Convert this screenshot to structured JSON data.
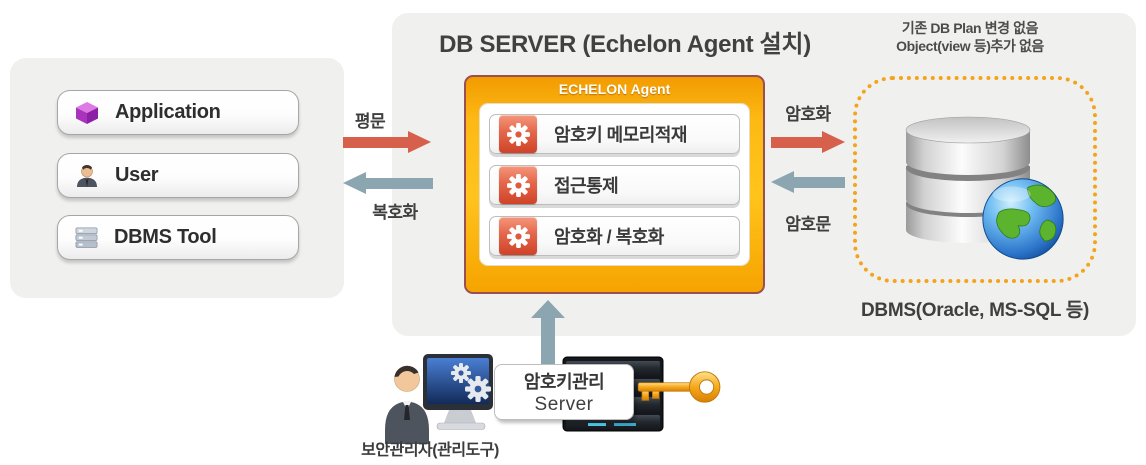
{
  "clients": {
    "items": [
      {
        "label": "Application",
        "icon": "cube-icon"
      },
      {
        "label": "User",
        "icon": "user-icon"
      },
      {
        "label": "DBMS Tool",
        "icon": "server-stack-icon"
      }
    ]
  },
  "db_server": {
    "title": "DB SERVER (Echelon Agent 설치)",
    "agent_header": "ECHELON Agent",
    "modules": [
      {
        "label": "암호키 메모리적재",
        "icon": "gear-icon"
      },
      {
        "label": "접근통제",
        "icon": "gear-icon"
      },
      {
        "label": "암호화 / 복호화",
        "icon": "gear-icon"
      }
    ]
  },
  "flows": {
    "plaintext": "평문",
    "decrypt": "복호화",
    "encrypt": "암호화",
    "ciphertext": "암호문"
  },
  "dbms": {
    "note_line1": "기존 DB Plan 변경 없음",
    "note_line2": "Object(view 등)추가 없음",
    "label": "DBMS(Oracle, MS-SQL 등)"
  },
  "key_server": {
    "line1": "암호키관리",
    "line2": "Server"
  },
  "admin_label": "보안관리자(관리도구)",
  "colors": {
    "panel_gray": "#f0f0ee",
    "arrow_red": "#d7604c",
    "arrow_blue_gray": "#8ba5b1",
    "agent_gold": "#fdb914",
    "agent_border": "#9a4f55",
    "gear_block_red": "#d04328",
    "dotted_orange": "#f5a21d",
    "key_gold": "#f6a81c"
  }
}
